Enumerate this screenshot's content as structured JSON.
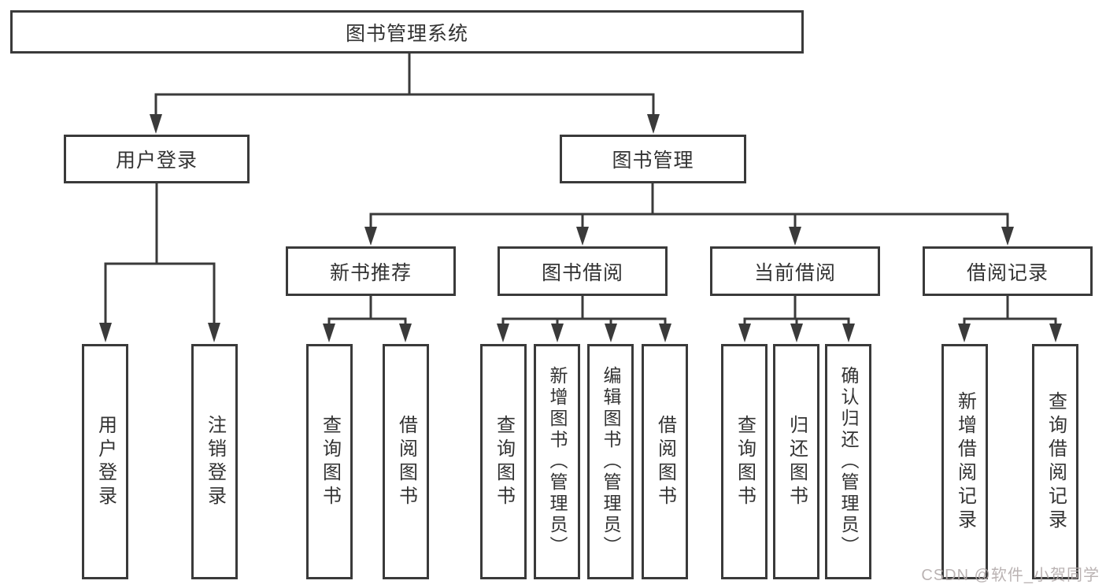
{
  "colors": {
    "line": "#3a3a3a",
    "text": "#333333",
    "watermark_color": "#b3abab",
    "background": "#ffffff"
  },
  "root": {
    "label": "图书管理系统"
  },
  "branches": {
    "user_login": {
      "label": "用户登录",
      "children": [
        {
          "label": "用户登录"
        },
        {
          "label": "注销登录"
        }
      ]
    },
    "book_management": {
      "label": "图书管理",
      "groups": [
        {
          "label": "新书推荐",
          "children": [
            {
              "label": "查询图书"
            },
            {
              "label": "借阅图书"
            }
          ]
        },
        {
          "label": "图书借阅",
          "children": [
            {
              "label": "查询图书"
            },
            {
              "label": "新增图书（管理员）"
            },
            {
              "label": "编辑图书（管理员）"
            },
            {
              "label": "借阅图书"
            }
          ]
        },
        {
          "label": "当前借阅",
          "children": [
            {
              "label": "查询图书"
            },
            {
              "label": "归还图书"
            },
            {
              "label": "确认归还（管理员）"
            }
          ]
        },
        {
          "label": "借阅记录",
          "children": [
            {
              "label": "新增借阅记录"
            },
            {
              "label": "查询借阅记录"
            }
          ]
        }
      ]
    }
  },
  "watermark": "CSDN @软件_小贺同学"
}
